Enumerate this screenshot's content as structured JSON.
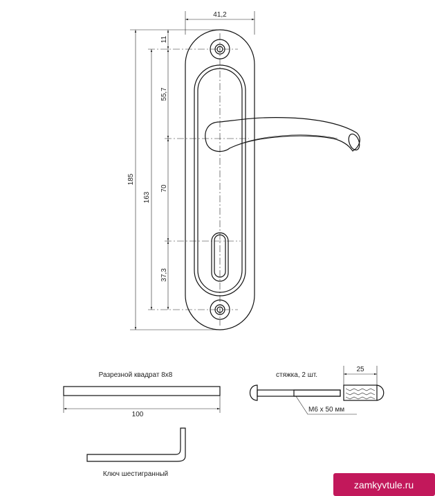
{
  "dimensions": {
    "plate_width": "41,2",
    "top_offset": "11",
    "handle_offset": "55,7",
    "total_height": "185",
    "hole_spacing": "163",
    "center_distance": "70",
    "bottom_offset": "37,3"
  },
  "spindle": {
    "title": "Разрезной квадрат 8х8",
    "length": "100"
  },
  "bolts": {
    "title": "стяжка, 2 шт.",
    "sleeve_length": "25",
    "thread": "М6 х 50 мм"
  },
  "hex_key": {
    "title": "Ключ шестигранный"
  },
  "watermark": {
    "text": "zamkyvtule.ru",
    "color": "#c2185b"
  }
}
